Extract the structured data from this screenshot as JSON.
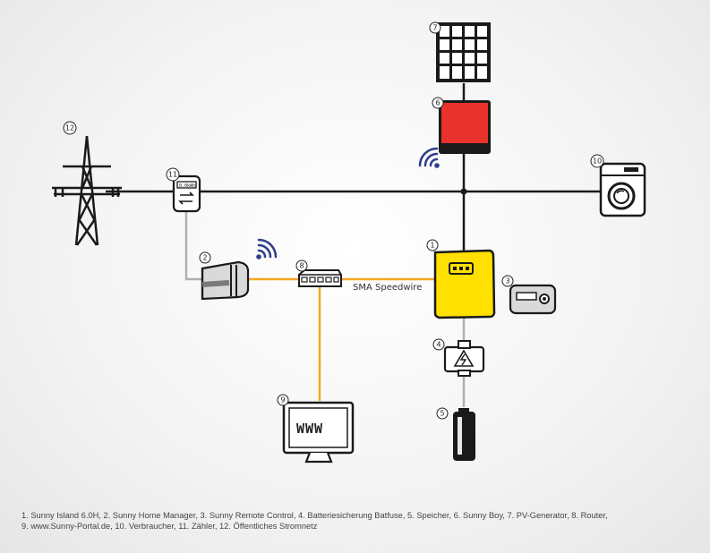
{
  "labels": {
    "speedwire": "SMA Speedwire",
    "www_screen": "WWW",
    "meter_display": "0.0kWh"
  },
  "markers": [
    "1",
    "2",
    "3",
    "4",
    "5",
    "6",
    "7",
    "8",
    "9",
    "10",
    "11",
    "12"
  ],
  "caption_lines": [
    "1. Sunny Island 6.0H, 2. Sunny Home Manager, 3. Sunny Remote Control, 4. Batteriesicherung Batfuse, 5. Speicher, 6. Sunny Boy, 7. PV-Generator, 8. Router,",
    "9. www.Sunny-Portal.de, 10. Verbraucher, 11. Zähler, 12. Öffentliches Stromnetz"
  ],
  "colors": {
    "power_line": "#1a1a1a",
    "speedwire": "#f5a623",
    "grey_link": "#b0b0b0",
    "sunny_island": "#ffe000",
    "sunny_boy": "#e8322b",
    "wifi": "#2d3e8c"
  },
  "icons": [
    "pylon-icon",
    "meter-icon",
    "home-manager-icon",
    "wifi-icon",
    "router-icon",
    "monitor-icon",
    "sunny-island-icon",
    "remote-control-icon",
    "fuse-icon",
    "battery-icon",
    "inverter-icon",
    "solar-panel-icon",
    "washing-machine-icon"
  ]
}
